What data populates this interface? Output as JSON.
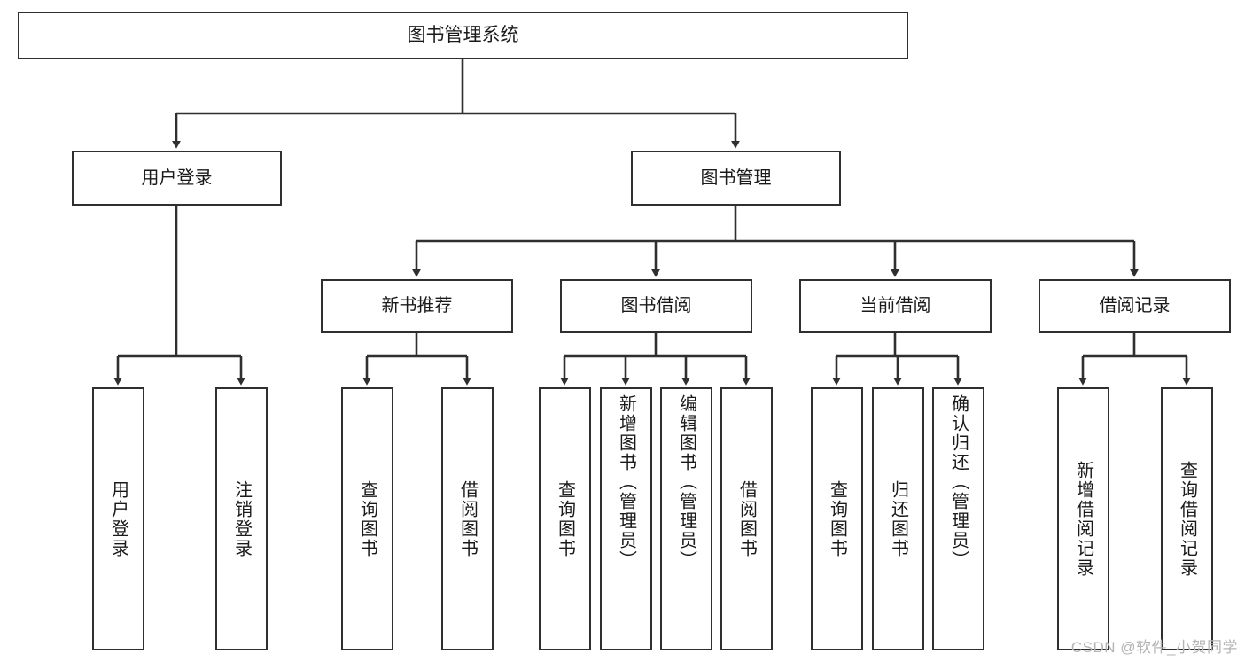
{
  "diagram": {
    "type": "tree",
    "title": "图书管理系统",
    "orientation": "top-down",
    "colors": {
      "stroke": "#2f2f2f",
      "fill": "#ffffff",
      "text": "#1a1a1a",
      "watermark": "#b4b4b4"
    },
    "root": {
      "label": "图书管理系统"
    },
    "level1": [
      {
        "label": "用户登录"
      },
      {
        "label": "图书管理"
      }
    ],
    "level2": [
      {
        "label": "新书推荐"
      },
      {
        "label": "图书借阅"
      },
      {
        "label": "当前借阅"
      },
      {
        "label": "借阅记录"
      }
    ],
    "leaves": {
      "user_login": [
        {
          "label": "用户登录"
        },
        {
          "label": "注销登录"
        }
      ],
      "new_book_recommend": [
        {
          "label": "查询图书"
        },
        {
          "label": "借阅图书"
        }
      ],
      "book_borrow": [
        {
          "label": "查询图书"
        },
        {
          "label": "新增图书（管理员）"
        },
        {
          "label": "编辑图书（管理员）"
        },
        {
          "label": "借阅图书"
        }
      ],
      "current_borrow": [
        {
          "label": "查询图书"
        },
        {
          "label": "归还图书"
        },
        {
          "label": "确认归还（管理员）"
        }
      ],
      "borrow_record": [
        {
          "label": "新增借阅记录"
        },
        {
          "label": "查询借阅记录"
        }
      ]
    },
    "watermark": "CSDN @软件_小贺同学"
  }
}
